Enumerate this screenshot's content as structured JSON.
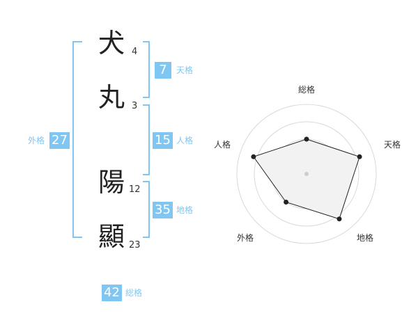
{
  "name_chars": [
    {
      "char": "犬",
      "strokes": "4"
    },
    {
      "char": "丸",
      "strokes": "3"
    },
    {
      "char": "陽",
      "strokes": "12"
    },
    {
      "char": "顯",
      "strokes": "23"
    }
  ],
  "fortunes": {
    "tenkaku": {
      "value": "7",
      "label": "天格"
    },
    "jinkaku": {
      "value": "15",
      "label": "人格"
    },
    "chikaku": {
      "value": "35",
      "label": "地格"
    },
    "gaikaku": {
      "value": "27",
      "label": "外格"
    },
    "soukaku": {
      "value": "42",
      "label": "総格"
    }
  },
  "accent_color": "#7fc7f2",
  "chart_data": {
    "type": "radar",
    "axes": [
      "総格",
      "天格",
      "地格",
      "外格",
      "人格"
    ],
    "values": [
      0.5,
      0.8,
      0.8,
      0.5,
      0.8
    ],
    "rings": 4,
    "grid": true
  }
}
